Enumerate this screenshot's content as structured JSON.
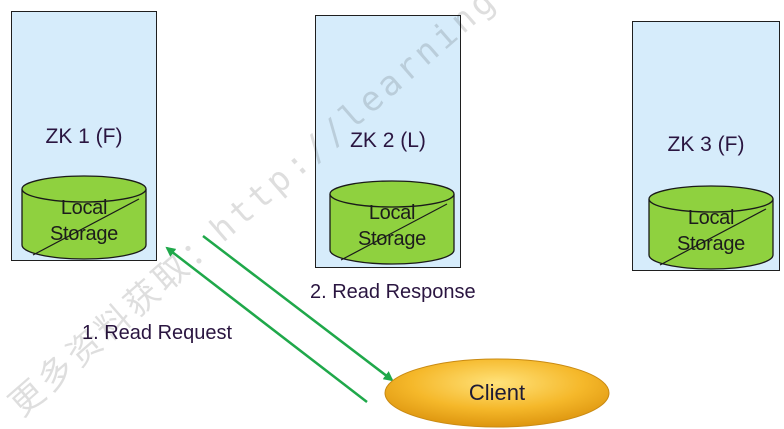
{
  "servers": [
    {
      "title": "ZK 1 (F)",
      "storage_line1": "Local",
      "storage_line2": "Storage"
    },
    {
      "title": "ZK 2 (L)",
      "storage_line1": "Local",
      "storage_line2": "Storage"
    },
    {
      "title": "ZK 3 (F)",
      "storage_line1": "Local",
      "storage_line2": "Storage"
    }
  ],
  "arrows": {
    "request_label": "1. Read Request",
    "response_label": "2. Read Response"
  },
  "client": {
    "label": "Client"
  },
  "watermark": {
    "text": "更多资料获取：http://learning."
  },
  "colors": {
    "server_fill": "#d6ecfb",
    "storage_fill": "#8fd13f",
    "arrow": "#1fa84a",
    "client_fill": "#f2b21a",
    "text": "#2a1540"
  }
}
